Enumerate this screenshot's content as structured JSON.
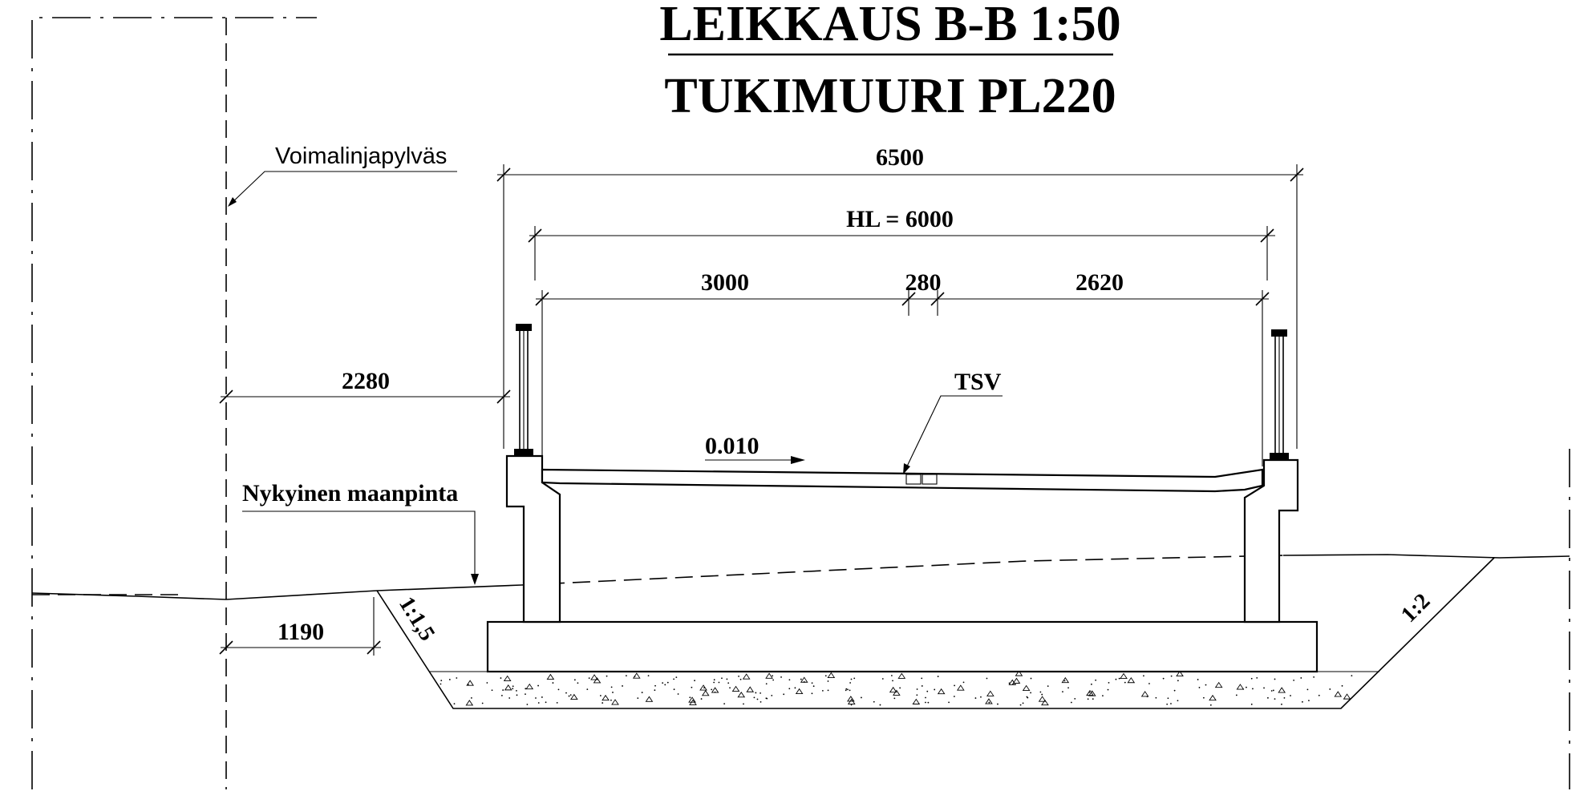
{
  "title": {
    "line1": "LEIKKAUS B-B 1:50",
    "line2": "TUKIMUURI PL220"
  },
  "labels": {
    "pylon": "Voimalinjapylväs",
    "ground": "Nykyinen maanpinta",
    "tsv": "TSV",
    "slope_value": "0.010",
    "slope_left": "1:1,5",
    "slope_right": "1:2"
  },
  "dimensions": {
    "overall": "6500",
    "hl": "HL = 6000",
    "left_lane": "3000",
    "joint": "280",
    "right_lane": "2620",
    "pylon_offset": "2280",
    "embankment_offset": "1190"
  }
}
